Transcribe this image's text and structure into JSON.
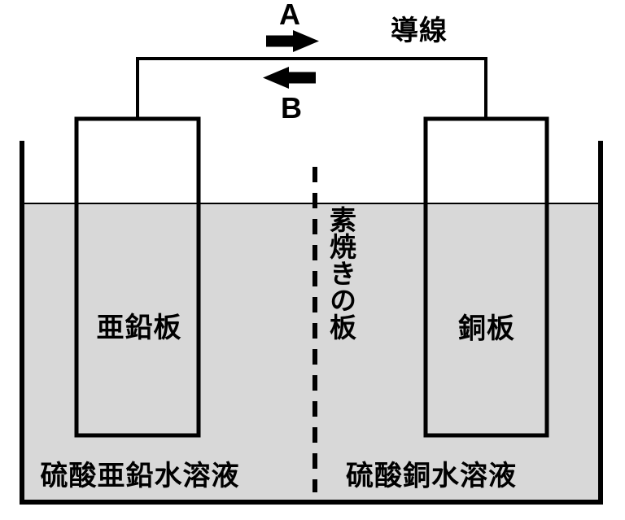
{
  "diagram_type": "daniell-cell-galvanic-cell",
  "colors": {
    "line": "#000000",
    "solution_fill": "#d8d8d8",
    "background": "#ffffff"
  },
  "labels": {
    "current_direction_a": "A",
    "current_direction_b": "B",
    "lead_wire": "導線",
    "zinc_plate": "亜鉛板",
    "copper_plate": "銅板",
    "porous_plate": "素焼きの板",
    "zinc_sulfate_solution": "硫酸亜鉛水溶液",
    "copper_sulfate_solution": "硫酸銅水溶液"
  }
}
